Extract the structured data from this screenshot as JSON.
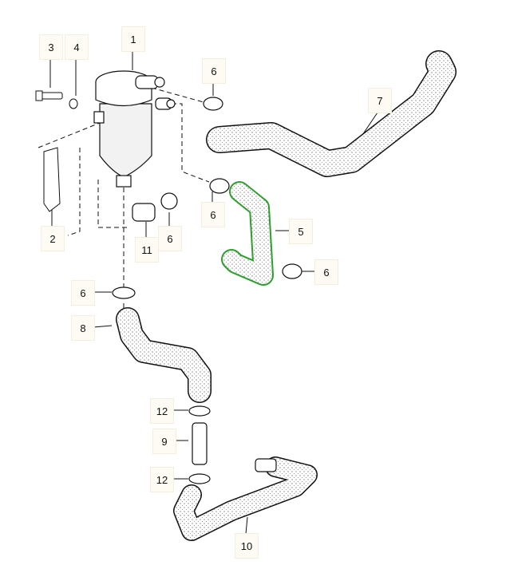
{
  "diagram_title": "",
  "highlight_color": "#2e9e2e",
  "labels": [
    {
      "id": "p3",
      "text": "3"
    },
    {
      "id": "p4",
      "text": "4"
    },
    {
      "id": "p1",
      "text": "1"
    },
    {
      "id": "p6a",
      "text": "6"
    },
    {
      "id": "p7",
      "text": "7"
    },
    {
      "id": "p2",
      "text": "2"
    },
    {
      "id": "p6b",
      "text": "6"
    },
    {
      "id": "p5",
      "text": "5"
    },
    {
      "id": "p6c",
      "text": "6"
    },
    {
      "id": "p11",
      "text": "11"
    },
    {
      "id": "p6d",
      "text": "6"
    },
    {
      "id": "p6e",
      "text": "6"
    },
    {
      "id": "p8",
      "text": "8"
    },
    {
      "id": "p12a",
      "text": "12"
    },
    {
      "id": "p9",
      "text": "9"
    },
    {
      "id": "p12b",
      "text": "12"
    },
    {
      "id": "p10",
      "text": "10"
    }
  ]
}
